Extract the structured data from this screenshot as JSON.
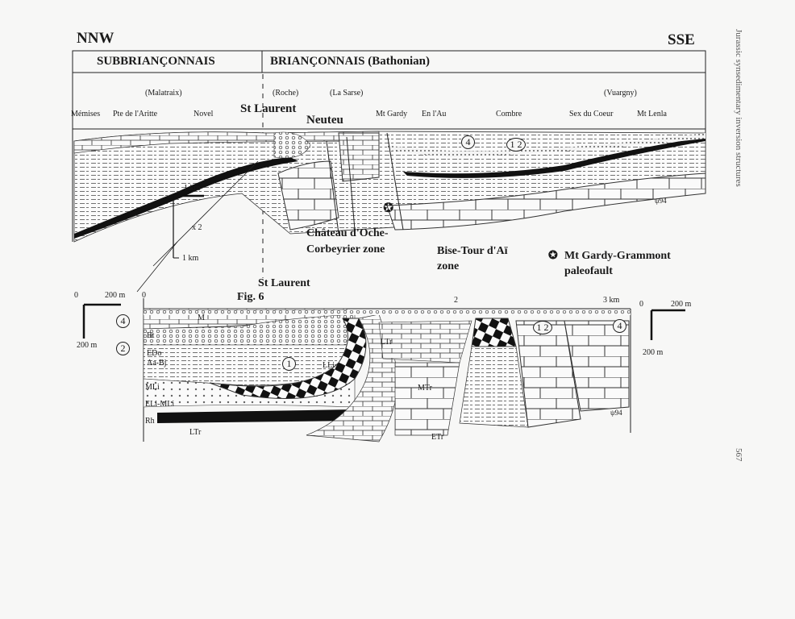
{
  "running_header": "Jurassic synsedimentary inversion structures",
  "page_number": "567",
  "figure": {
    "orientation": {
      "left": "NNW",
      "right": "SSE"
    },
    "domains": {
      "left": "SUBBRIANÇONNAIS",
      "right": "BRIANÇONNAIS (Bathonian)"
    },
    "regions": [
      "(Malatraix)",
      "(Roche)",
      "(La Sarse)",
      "(Vuargny)"
    ],
    "localities": [
      "Mémises",
      "Pte de l'Aritte",
      "Novel",
      "St Laurent",
      "Neuteu",
      "Mt Gardy",
      "En l'Au",
      "Combre",
      "Sex du Coeur",
      "Mt Lenla"
    ],
    "upper_markers": [
      "4",
      "1 2"
    ],
    "upper_scale": {
      "horizontal": "1 km",
      "exaggeration": "x 2",
      "vertical": "1 km"
    },
    "zones": {
      "chateau_line1": "Château d'Oche-",
      "chateau_line2": "Corbeyrier  zone",
      "bise_line1": "Bise-Tour d'Aï",
      "bise_line2": "zone"
    },
    "legend": {
      "symbol": "✪",
      "line1": "Mt Gardy-Grammont",
      "line2": "paleofault"
    },
    "lower": {
      "title": "St Laurent",
      "fig_ref": "Fig. 6",
      "axis": [
        "0",
        "2",
        "3 km"
      ],
      "scale_left": {
        "zero": "0",
        "h": "200 m",
        "v": "200 m"
      },
      "scale_right": {
        "zero": "0",
        "h": "200 m",
        "v": "200 m"
      },
      "units": {
        "M": "M",
        "Bt": "Bt",
        "EDo": "EDo",
        "AaBj": "Aa-Bj",
        "MLi": "MLi",
        "ELiMLi": "ELi-MLi",
        "Rh": "Rh",
        "LTr1": "LTr",
        "LTr2": "LTr",
        "MTr": "MTr",
        "ETr": "ETr",
        "LLi": "LLi"
      },
      "markers": {
        "m4a": "4",
        "m2": "2",
        "m1": "1",
        "m12": "1 2",
        "m4b": "4"
      }
    },
    "signature": "ψ94"
  }
}
